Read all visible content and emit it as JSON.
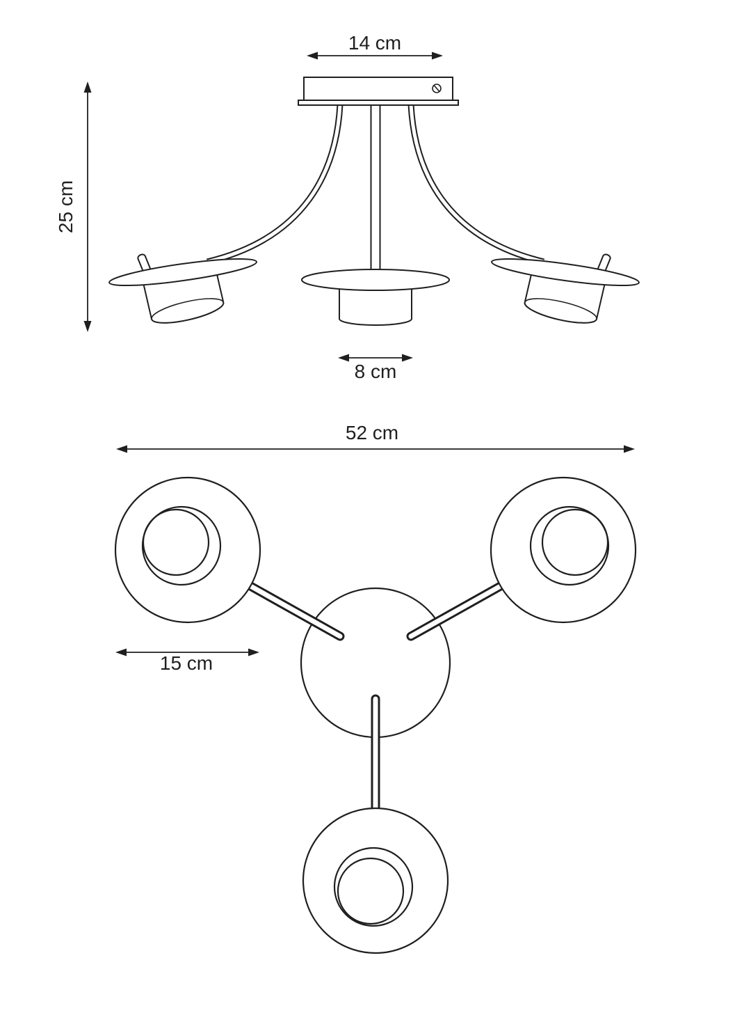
{
  "drawing": {
    "background": "#ffffff",
    "line_color": "#1f1f1f",
    "subject": "3-arm ceiling spotlight dimension drawing",
    "views": {
      "side": {
        "dimensions": {
          "canopy_width": "14 cm",
          "fixture_height": "25 cm",
          "shade_diameter": "8 cm"
        }
      },
      "plan": {
        "dimensions": {
          "overall_width": "52 cm",
          "shade_outer_diameter": "15 cm"
        }
      }
    }
  }
}
